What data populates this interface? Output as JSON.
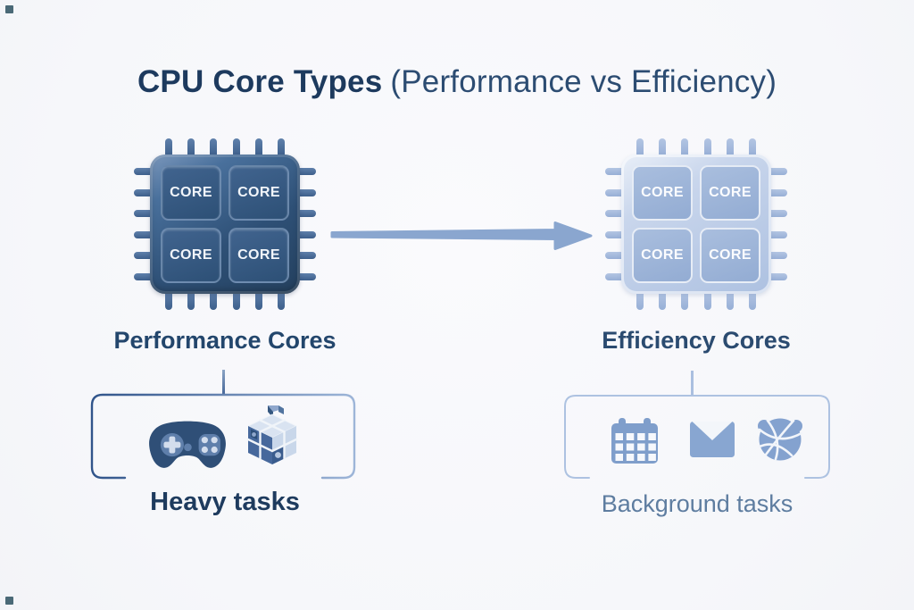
{
  "title": {
    "main": "CPU Core Types",
    "sub": "(Performance vs Efficiency)"
  },
  "performance_chip": {
    "label": "Performance Cores",
    "cores": [
      "CORE",
      "CORE",
      "CORE",
      "CORE"
    ],
    "task_group": {
      "label": "Heavy tasks",
      "icons": [
        "gamepad-icon",
        "3d-blocks-cube-icon"
      ]
    }
  },
  "efficiency_chip": {
    "label": "Efficiency Cores",
    "cores": [
      "CORE",
      "CORE",
      "CORE",
      "CORE"
    ],
    "task_group": {
      "label": "Background tasks",
      "icons": [
        "calendar-icon",
        "mail-envelope-icon",
        "network-globe-icon"
      ]
    }
  },
  "colors": {
    "background": "#f7f8fb",
    "title_text": "#1d3a5e",
    "performance_chip_primary": "#2e5076",
    "efficiency_chip_primary": "#a9bede",
    "arrow": "#8aa6cf",
    "heavy_tasks_text": "#1e3b5e",
    "background_tasks_text": "#5e7da0",
    "bracket_left_stroke": "#30548a",
    "bracket_right_stroke": "#adc2e1"
  }
}
